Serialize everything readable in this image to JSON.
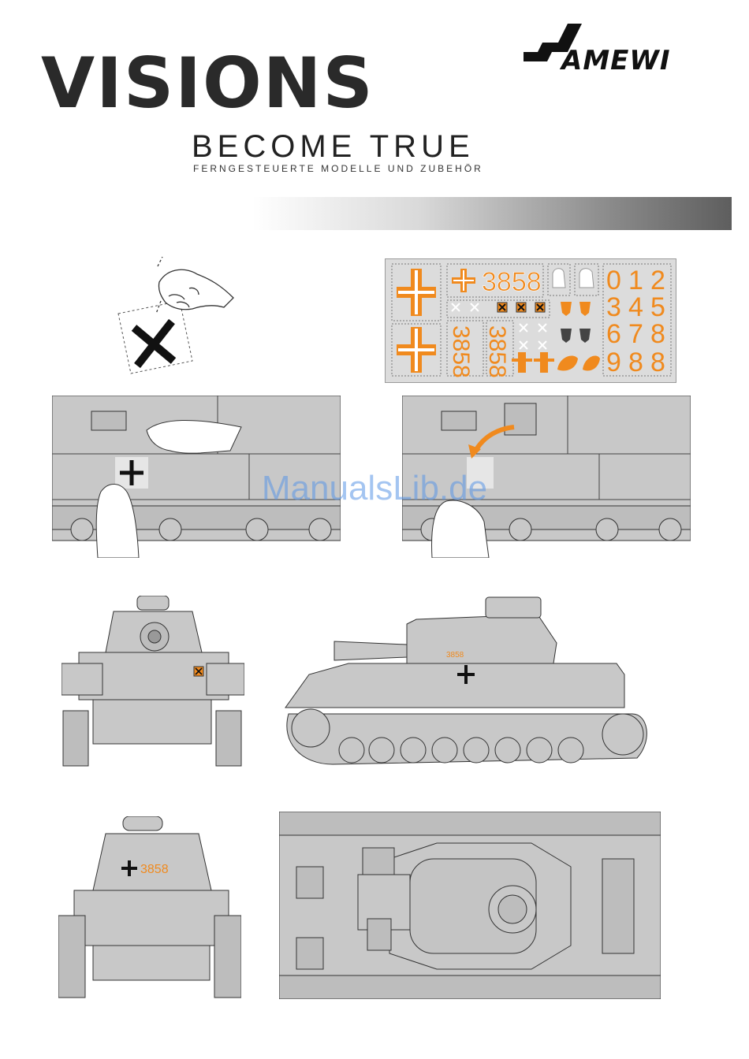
{
  "header": {
    "title": "VISIONS",
    "tagline": "BECOME TRUE",
    "subtitle": "FERNGESTEUERTE MODELLE UND ZUBEHÖR",
    "brand": "AMEWI"
  },
  "watermark": "ManualsLib.de",
  "decal_sheet": {
    "number_top": "3858",
    "number_left_vertical": "3858",
    "number_right_vertical": "3858",
    "digits": [
      "0",
      "1",
      "2",
      "3",
      "4",
      "5",
      "6",
      "7",
      "8",
      "9",
      "8",
      "8"
    ]
  },
  "tank_labels": {
    "side_number": "3858",
    "rear_number": "3858"
  },
  "colors": {
    "decal_orange": "#f08a1e",
    "tank_gray": "#c8c8c8",
    "outline": "#333333",
    "watermark": "#5a96e6"
  }
}
